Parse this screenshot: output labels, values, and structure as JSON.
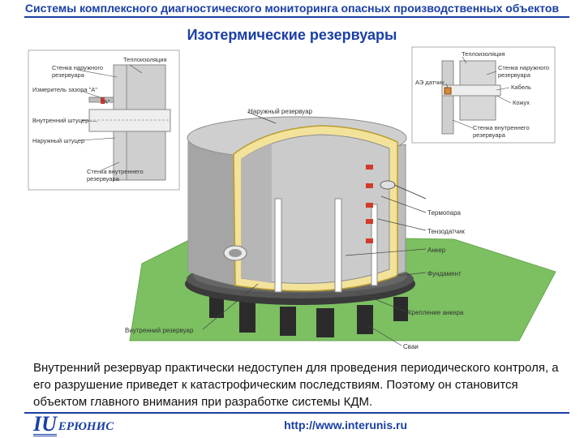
{
  "header": {
    "org_title": "Системы комплексного диагностического мониторинга опасных производственных объектов",
    "slide_title": "Изотермические резервуары"
  },
  "inset_left": {
    "outer_wall": "Стенка наружного",
    "outer_wall_2": "резервуара",
    "insulation": "Теплоизоляция",
    "gap_gauge": "Измеритель зазора \"А\"",
    "gap_mark": "\"A\"",
    "inner_nozzle": "Внутренний штуцер",
    "outer_nozzle": "Наружный штуцер",
    "inner_wall": "Стенка внутреннего",
    "inner_wall_2": "резервуара"
  },
  "inset_right": {
    "insulation": "Теплоизоляция",
    "outer_wall": "Стенка наружного",
    "outer_wall_2": "резервуара",
    "ae_sensor": "АЭ датчик",
    "cable": "Кабель",
    "casing": "Кожух",
    "inner_wall": "Стенка внутреннего",
    "inner_wall_2": "резервуара"
  },
  "tank_labels": {
    "outer_tank": "Наружный резервуар",
    "thermocouple": "Термопара",
    "strain_gauge": "Тензодатчик",
    "anchor": "Анкер",
    "foundation": "Фундамент",
    "anchor_fixing": "Крепление анкера",
    "inner_tank": "Внутренний резервуар",
    "piles": "Сваи"
  },
  "body_text": "Внутренний резервуар практически недоступен для проведения периодического контроля, а его разрушение приведет к катастрофическим последствиям. Поэтому он становится объектом главного внимания при разработке системы КДМ.",
  "footer": {
    "logo_mark": "IU",
    "logo_text": "ЕРЮНИС",
    "url": "http://www.interunis.ru"
  },
  "colors": {
    "brand_blue": "#1a3fa6",
    "concrete": "#b8b8b8",
    "insulation": "#f3e29a",
    "ground": "#7cc061",
    "sensor_red": "#d23a2a"
  }
}
